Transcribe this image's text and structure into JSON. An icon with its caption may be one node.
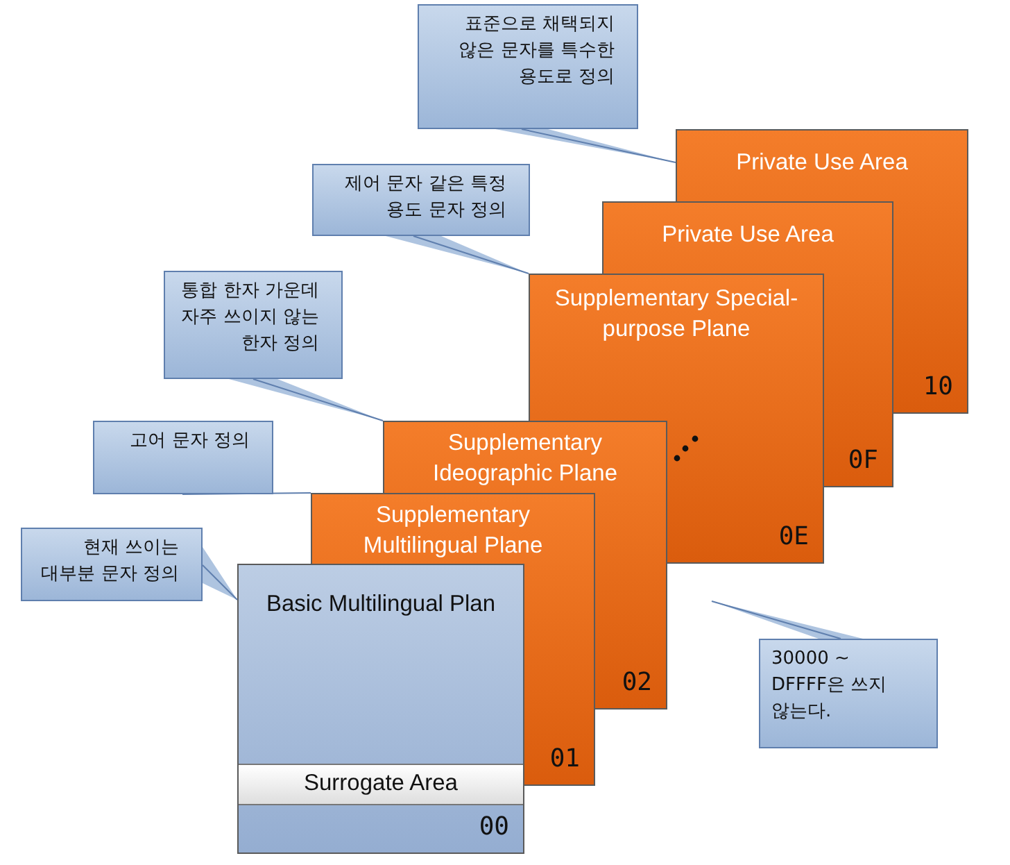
{
  "diagram": {
    "nodes": [
      {
        "text": [
          "표준으로 채택되지 않은 문자를 특수한 용도로 정의"
        ]
      },
      {
        "text": [
          "Private Use Area"
        ]
      },
      {
        "text": [
          "제어 문자 같은 특정 용도 문자 정의"
        ]
      },
      {
        "text": [
          "Private Use Area"
        ]
      },
      {
        "text": [
          "통합 한자 가운데 자주 쓰이지 않는 한자 정의"
        ]
      },
      {
        "text": [
          "Supplementary Special-purpose Plane"
        ]
      },
      {
        "text": [
          "고어 문자 정의"
        ]
      },
      {
        "text": [
          "Supplementary Ideographic Plane"
        ]
      },
      {
        "text": [
          "현재 쓰이는 대부분 문자 정의"
        ]
      },
      {
        "text": [
          "Supplementary Multilingual Plane"
        ]
      },
      {
        "text": [
          "Basic Multilingual Plan",
          "00"
        ]
      },
      {
        "text": [
          "Surrogate Area"
        ],
        "in": 10
      },
      {
        "text": [
          "30000 ~ DFFFF은 쓰지 않는다."
        ]
      }
    ],
    "edges": [
      {
        "from": 0,
        "to": 1,
        "arrow": "none"
      },
      {
        "from": 2,
        "to": 5,
        "arrow": "none"
      },
      {
        "from": 4,
        "to": 7,
        "arrow": "none"
      },
      {
        "from": 6,
        "to": 9,
        "arrow": "none"
      },
      {
        "from": 8,
        "to": 10,
        "arrow": "none"
      },
      {
        "from": 12,
        "to": null,
        "arrow": "none"
      }
    ],
    "labels": [
      "10",
      "0F",
      "0E",
      "02",
      "01"
    ]
  }
}
